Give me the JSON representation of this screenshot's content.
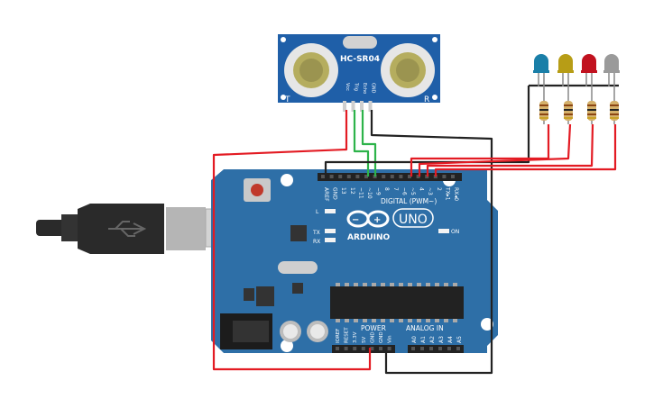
{
  "sensor": {
    "model": "HC-SR04",
    "left_label": "T",
    "right_label": "R",
    "pins": [
      "Vcc",
      "Trig",
      "Echo",
      "GND"
    ]
  },
  "leds": [
    {
      "name": "blue",
      "color": "#1a7fa8"
    },
    {
      "name": "yellow",
      "color": "#b79d16"
    },
    {
      "name": "red",
      "color": "#c1121f"
    },
    {
      "name": "gray",
      "color": "#9a9a9a"
    }
  ],
  "board": {
    "brand": "ARDUINO",
    "model": "UNO",
    "digital_label": "DIGITAL (PWM~)",
    "digital_pins": [
      "AREF",
      "GND",
      "13",
      "12",
      "~11",
      "~10",
      "~9",
      "8",
      "7",
      "~6",
      "~5",
      "4",
      "~3",
      "2",
      "TX▸1",
      "RX◂0"
    ],
    "power_label": "POWER",
    "power_pins": [
      "IOREF",
      "RESET",
      "3.3V",
      "5V",
      "GND",
      "GND",
      "Vin"
    ],
    "analog_label": "ANALOG IN",
    "analog_pins": [
      "A0",
      "A1",
      "A2",
      "A3",
      "A4",
      "A5"
    ],
    "led_l": "L",
    "led_tx": "TX",
    "led_rx": "RX",
    "led_on": "ON"
  },
  "colors": {
    "board": "#2e6fa7",
    "wire_red": "#e31b23",
    "wire_black": "#222222",
    "wire_green": "#2db34a",
    "sensor_body": "#1f5fa8",
    "usb": "#2a2a2a"
  }
}
